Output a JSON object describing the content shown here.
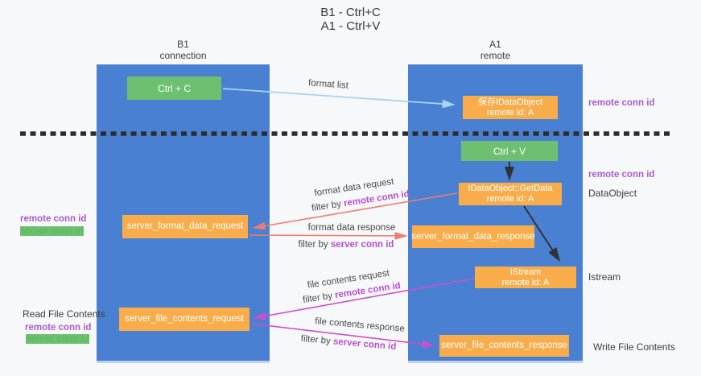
{
  "title": {
    "line1": "B1 - Ctrl+C",
    "line2": "A1 - Ctrl+V"
  },
  "columns": {
    "left": {
      "name": "B1",
      "role": "connection"
    },
    "right": {
      "name": "A1",
      "role": "remote"
    }
  },
  "nodes": {
    "ctrl_c": {
      "label": "Ctrl + C"
    },
    "saved_idataobject": {
      "line1": "保存IDataObject",
      "line2": "remote id: A"
    },
    "ctrl_v": {
      "label": "Ctrl + V"
    },
    "idataobject_getdata": {
      "line1": "IDataObject::GetData",
      "line2": "remote id: A"
    },
    "server_format_data_request": {
      "label": "server_format_data_request"
    },
    "server_format_data_response": {
      "label": "server_format_data_response"
    },
    "istream": {
      "line1": "IStream",
      "line2": "remote id: A"
    },
    "server_file_contents_request": {
      "label": "server_file_contents_request"
    },
    "server_file_contents_response": {
      "label": "server_file_contents_response"
    }
  },
  "edge_labels": {
    "format_list": "format list",
    "format_data_request": "format data request",
    "format_data_response": "format data response",
    "file_contents_request": "file contents request",
    "file_contents_response": "file contents response",
    "filter_prefix": "filter by ",
    "remote_conn_id": "remote conn id",
    "server_conn_id": "server conn id"
  },
  "annotations": {
    "right": {
      "remote_conn_id_top": "remote conn id",
      "remote_conn_id_mid": "remote conn id",
      "dataobject": "DataObject",
      "istream": "Istream",
      "write_file_contents": "Write File Contents"
    },
    "left": {
      "remote_conn_id_1": "remote conn id",
      "server_conn_id_1": "server conn id",
      "read_file_contents": "Read File Contents",
      "remote_conn_id_2": "remote conn id",
      "server_conn_id_2": "server conn id"
    }
  },
  "colors": {
    "background": "#f7f8f9",
    "column_blue": "#4a80d2",
    "key_green": "#6ec071",
    "node_orange": "#f9ad4a",
    "conn_id_purple": "#b64ed2",
    "conn_id_green": "#5dbb63",
    "arrow_light_blue": "#a9d3f2",
    "arrow_red": "#ee7c72",
    "arrow_magenta": "#cf4ecb",
    "arrow_black": "#323232",
    "dashed_separator": "#2d2d2d"
  }
}
